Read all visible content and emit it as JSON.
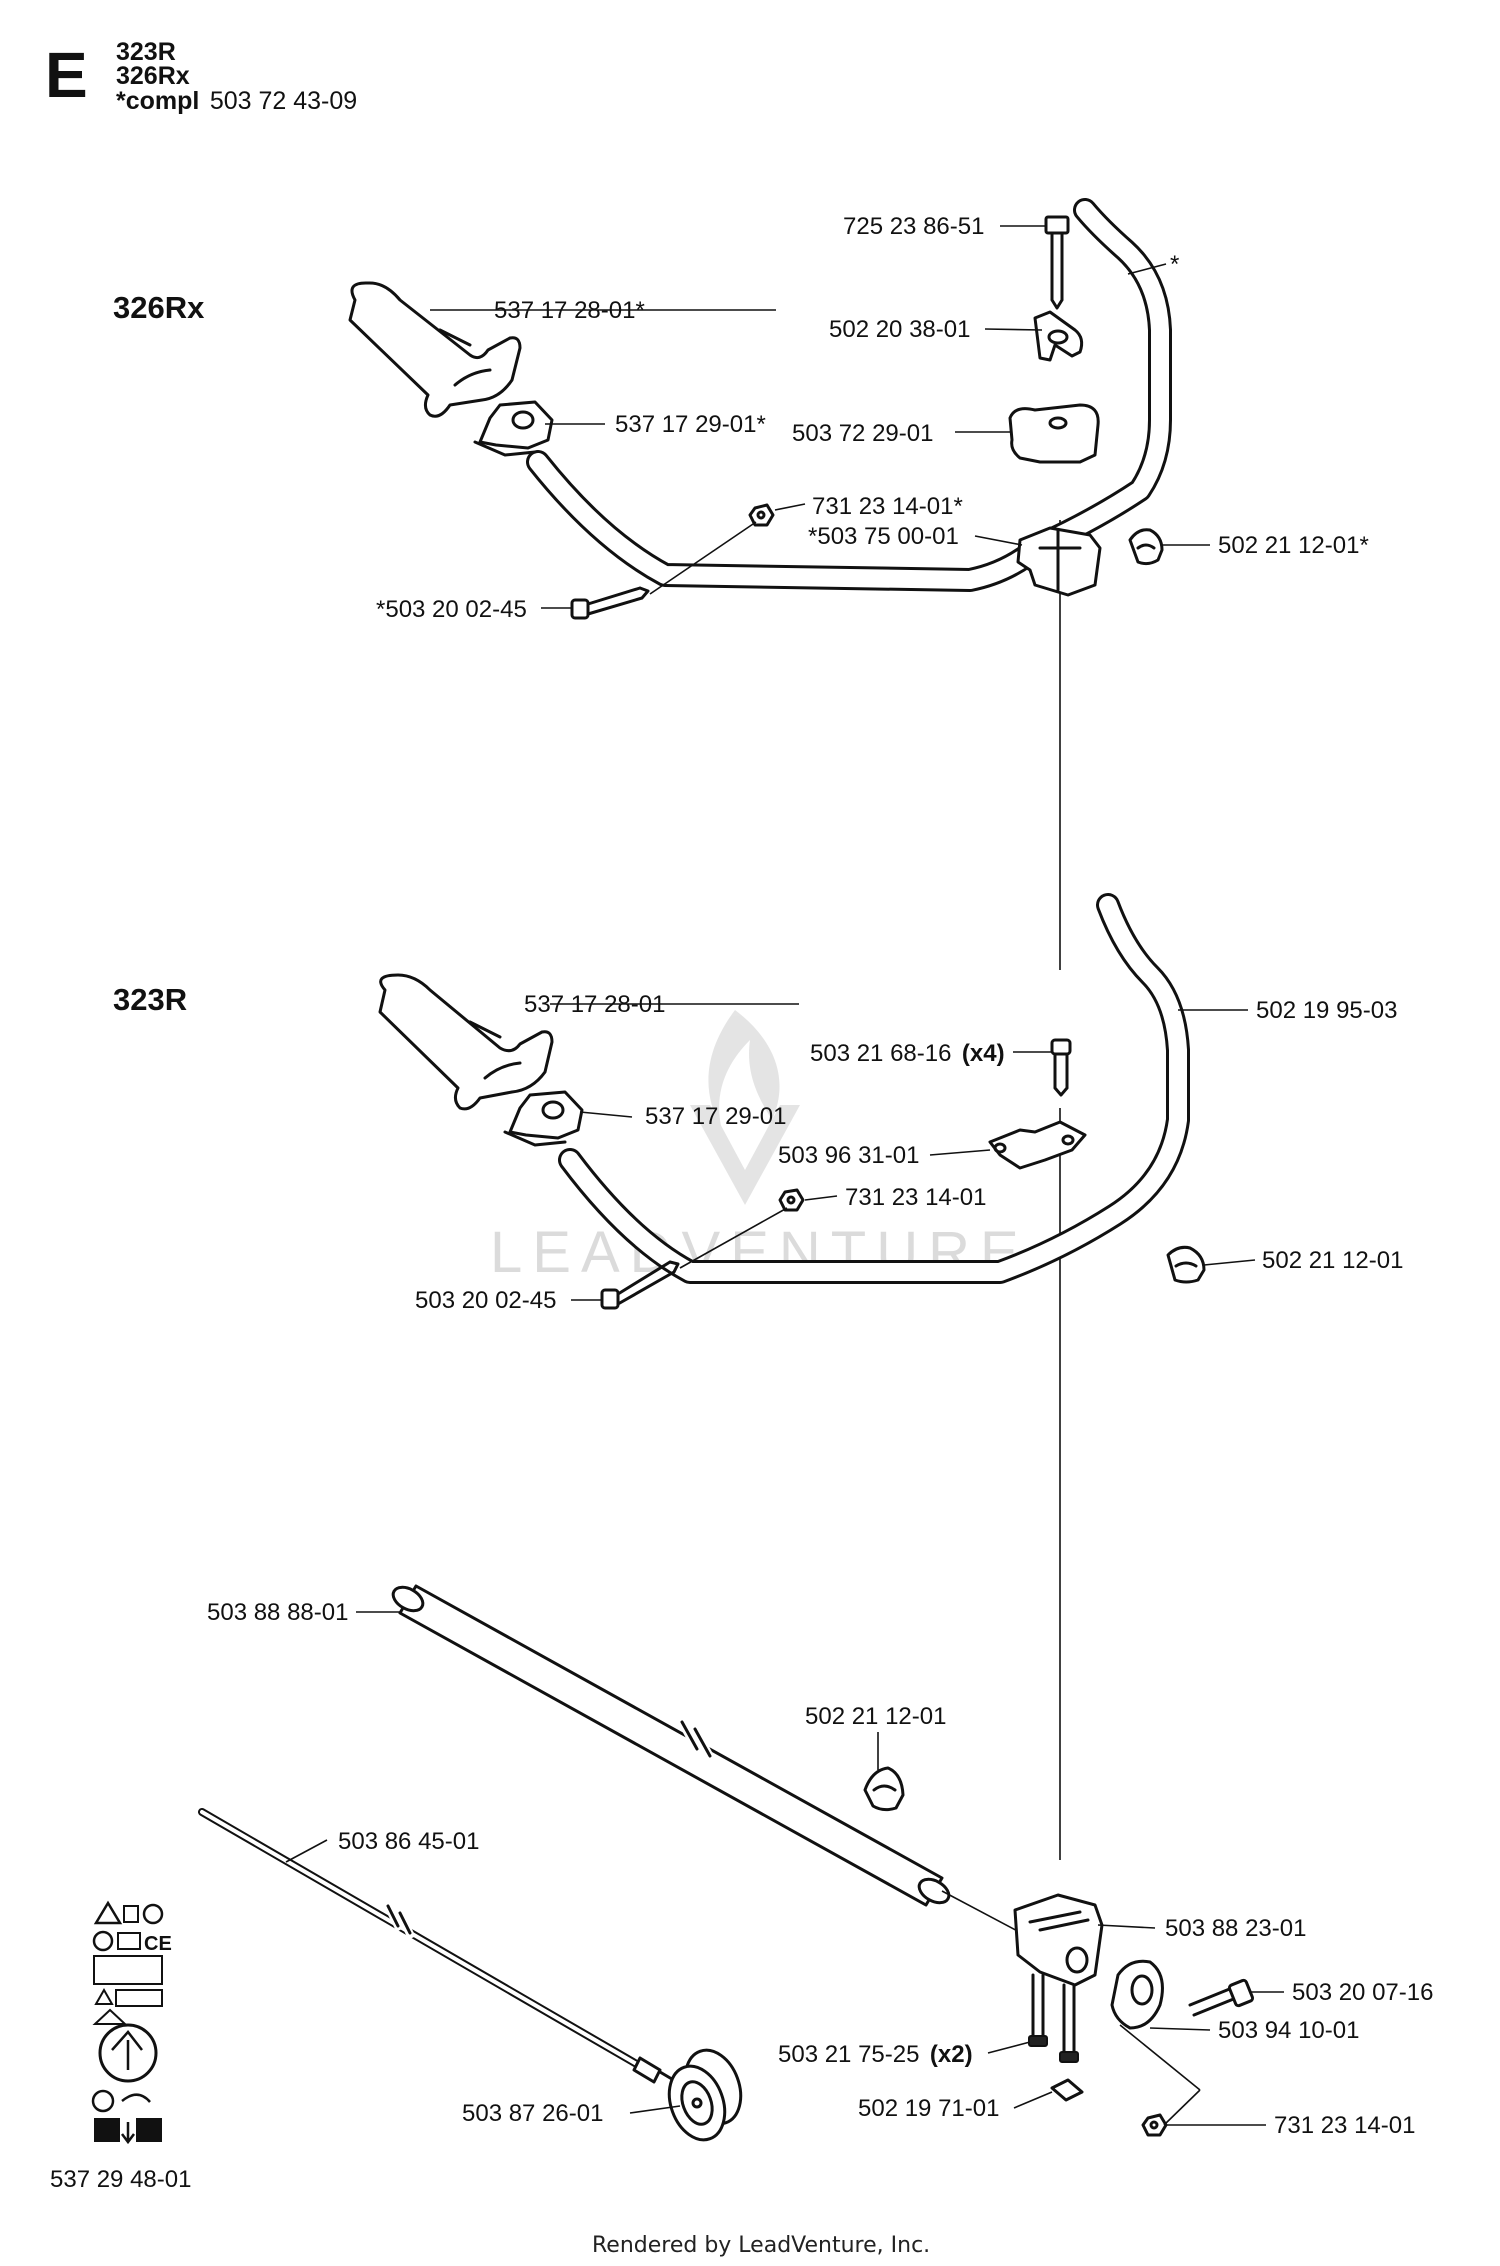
{
  "header": {
    "section_letter": "E",
    "model_1": "323R",
    "model_2": "326Rx",
    "compl_prefix": "*compl",
    "compl_number": "503 72 43-09"
  },
  "sections": {
    "upper_title": "326Rx",
    "middle_title": "323R"
  },
  "parts_326rx": {
    "bolt_top": "725 23 86-51",
    "handle_bar_star": "*",
    "grip": "537 17 28-01*",
    "wing_knob": "502 20 38-01",
    "grip_clamp": "537 17 29-01*",
    "bar_clamp_top": "503 72 29-01",
    "nut": "731 23 14-01*",
    "bar_clamp_base": "*503 75 00-01",
    "cable_clip": "502 21 12-01*",
    "screw": "*503 20 02-45"
  },
  "parts_323r": {
    "grip": "537 17 28-01",
    "handle_bar": "502 19 95-03",
    "screw_x4": "503 21 68-16",
    "screw_x4_qty": "(x4)",
    "grip_clamp": "537 17 29-01",
    "bar_bracket": "503 96 31-01",
    "nut": "731 23 14-01",
    "cable_clip": "502 21 12-01",
    "screw": "503 20 02-45"
  },
  "parts_shaft": {
    "tube": "503 88 88-01",
    "cable_clip": "502 21 12-01",
    "drive_shaft": "503 86 45-01",
    "bracket": "503 88 23-01",
    "bolt": "503 20 07-16",
    "screws_x2": "503 21 75-25",
    "screws_x2_qty": "(x2)",
    "clamp": "503 94 10-01",
    "washer": "503 87 26-01",
    "square_nut": "502 19 71-01",
    "nut": "731 23 14-01"
  },
  "decal": {
    "part_number": "537 29 48-01",
    "ce_mark": "CE"
  },
  "footer": {
    "rendered_by": "Rendered by LeadVenture, Inc."
  },
  "watermark": {
    "text": "LEADVENTURE"
  }
}
